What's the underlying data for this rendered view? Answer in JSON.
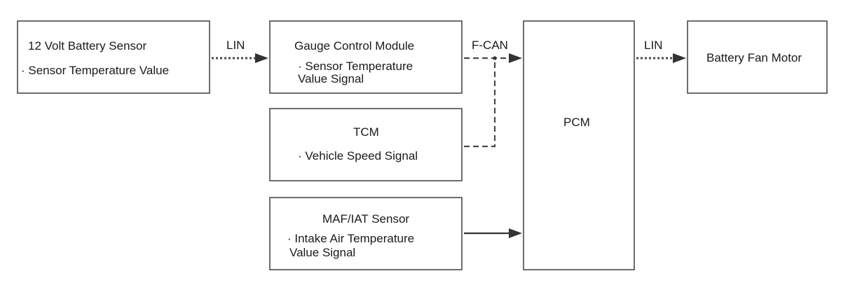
{
  "blocks": {
    "battery_sensor": {
      "title": "12 Volt Battery Sensor",
      "signal_line1": "· Sensor Temperature Value"
    },
    "gauge_module": {
      "title": "Gauge Control Module",
      "signal_line1": "· Sensor Temperature",
      "signal_line2": "Value Signal"
    },
    "tcm": {
      "title": "TCM",
      "signal_line1": "· Vehicle Speed Signal"
    },
    "maf_iat": {
      "title": "MAF/IAT Sensor",
      "signal_line1": "· Intake Air Temperature",
      "signal_line2": "Value Signal"
    },
    "pcm": {
      "title": "PCM"
    },
    "fan_motor": {
      "title": "Battery Fan Motor"
    }
  },
  "links": {
    "sensor_to_gauge": "LIN",
    "gauge_to_pcm": "F-CAN",
    "pcm_to_fan": "LIN"
  }
}
